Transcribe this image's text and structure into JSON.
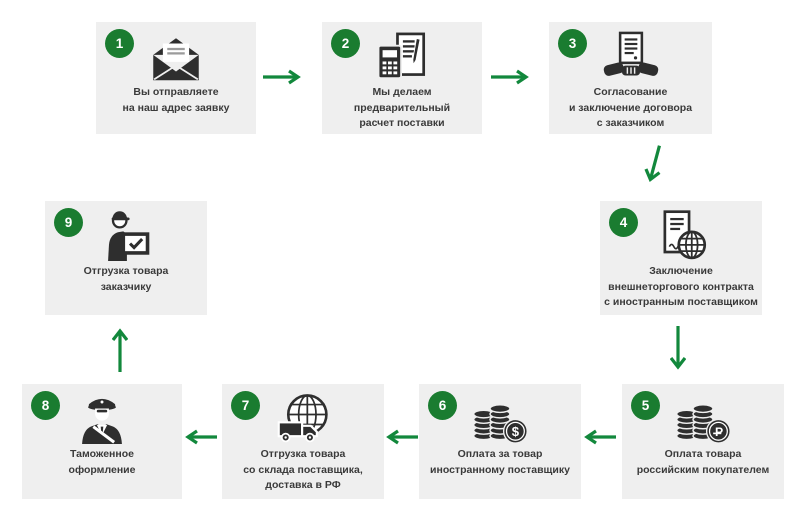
{
  "palette": {
    "arrow_green": "#12883c",
    "badge_green": "#1a7c30",
    "block_bg": "#efefef",
    "icon_dark": "#2e2e2e",
    "text": "#3a3a3a",
    "page_bg": "#ffffff"
  },
  "diagram": {
    "type": "process-flowchart",
    "language": "ru",
    "steps": [
      {
        "number": "1",
        "icon": "mail-icon",
        "lines": [
          "Вы отправляете",
          "на наш адрес заявку"
        ]
      },
      {
        "number": "2",
        "icon": "calculator-document-icon",
        "lines": [
          "Мы делаем",
          "предварительный",
          "расчет поставки"
        ]
      },
      {
        "number": "3",
        "icon": "contract-handshake-icon",
        "lines": [
          "Согласование",
          "и заключение договора",
          "с заказчиком"
        ]
      },
      {
        "number": "4",
        "icon": "contract-globe-icon",
        "lines": [
          "Заключение",
          "внешнеторгового контракта",
          "с иностранным поставщиком"
        ]
      },
      {
        "number": "5",
        "icon": "coins-ruble-icon",
        "lines": [
          "Оплата товара",
          "российским покупателем"
        ]
      },
      {
        "number": "6",
        "icon": "coins-dollar-icon",
        "lines": [
          "Оплата за товар",
          "иностранному поставщику"
        ]
      },
      {
        "number": "7",
        "icon": "globe-truck-icon",
        "lines": [
          "Отгрузка товара",
          "со склада поставщика,",
          "доставка в РФ"
        ]
      },
      {
        "number": "8",
        "icon": "customs-officer-icon",
        "lines": [
          "Таможенное",
          "оформление"
        ]
      },
      {
        "number": "9",
        "icon": "courier-box-icon",
        "lines": [
          "Отгрузка товара",
          "заказчику"
        ]
      }
    ],
    "arrows": [
      {
        "from": "1",
        "to": "2",
        "direction": "right"
      },
      {
        "from": "2",
        "to": "3",
        "direction": "right"
      },
      {
        "from": "3",
        "to": "4",
        "direction": "down"
      },
      {
        "from": "4",
        "to": "5",
        "direction": "down"
      },
      {
        "from": "5",
        "to": "6",
        "direction": "left"
      },
      {
        "from": "6",
        "to": "7",
        "direction": "left"
      },
      {
        "from": "7",
        "to": "8",
        "direction": "left"
      },
      {
        "from": "8",
        "to": "9",
        "direction": "up"
      }
    ],
    "currency_dollar": "$",
    "currency_ruble_letter": "P"
  }
}
